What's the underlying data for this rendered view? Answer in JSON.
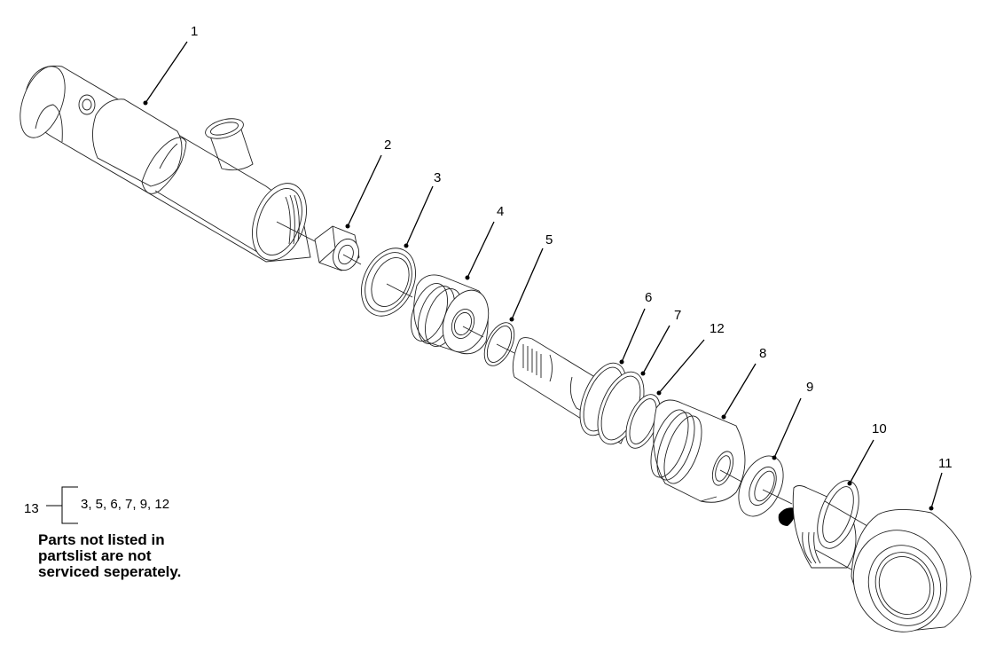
{
  "diagram": {
    "title": "Exploded parts view - cylinder assembly",
    "callouts": [
      {
        "id": "1",
        "label": "1"
      },
      {
        "id": "2",
        "label": "2"
      },
      {
        "id": "3",
        "label": "3"
      },
      {
        "id": "4",
        "label": "4"
      },
      {
        "id": "5",
        "label": "5"
      },
      {
        "id": "6",
        "label": "6"
      },
      {
        "id": "7",
        "label": "7"
      },
      {
        "id": "12",
        "label": "12"
      },
      {
        "id": "8",
        "label": "8"
      },
      {
        "id": "9",
        "label": "9"
      },
      {
        "id": "10",
        "label": "10"
      },
      {
        "id": "11",
        "label": "11"
      }
    ],
    "kit": {
      "number": "13",
      "includes": "3, 5, 6, 7, 9, 12"
    },
    "note": {
      "lines": [
        "Parts not listed in",
        "partslist are not",
        "serviced seperately."
      ]
    }
  }
}
